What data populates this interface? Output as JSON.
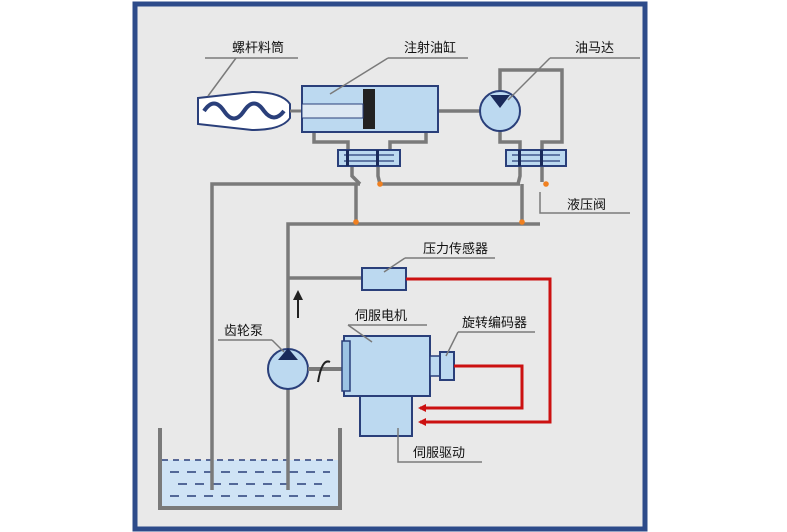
{
  "labels": {
    "screw_barrel": "螺杆料筒",
    "injection_cylinder": "注射油缸",
    "hydraulic_motor": "油马达",
    "hydraulic_valve": "液压阀",
    "pressure_sensor": "压力传感器",
    "servo_motor": "伺服电机",
    "gear_pump": "齿轮泵",
    "rotary_encoder": "旋转编码器",
    "servo_drive": "伺服驱动"
  },
  "colors": {
    "frame_border": "#2d4b8a",
    "background": "#e9e9e9",
    "pipe": "#7a7a7a",
    "component_fill": "#bcd9f0",
    "component_stroke": "#2a3f7a",
    "signal_line": "#cc1111",
    "junction_dot": "#f08020",
    "oil": "#cfe3f5"
  }
}
